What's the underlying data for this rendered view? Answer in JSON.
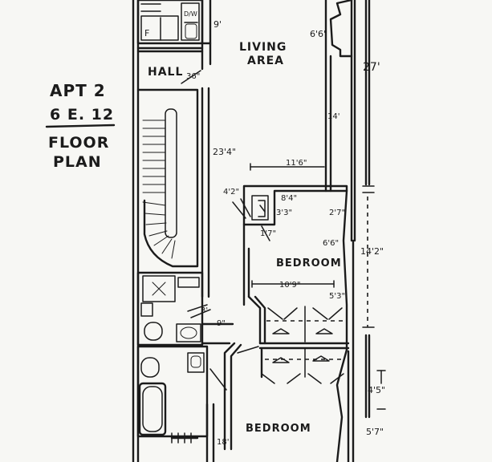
{
  "title": {
    "line1": "APT 2",
    "line2": "6 E. 12",
    "line3": "FLOOR",
    "line4": "PLAN"
  },
  "rooms": {
    "hall": "HALL",
    "living_line1": "LIVING",
    "living_line2": "AREA",
    "bedroom_1": "BEDROOM",
    "bedroom_2": "BEDROOM"
  },
  "fixtures": {
    "dishwasher": "D/W",
    "fridge": "F"
  },
  "dimensions": {
    "kitchen_9": "9'",
    "door_36": "36\"",
    "fireplace_6_6": "6'6\"",
    "living_27": "27'",
    "living_14": "14'",
    "hall_23_4": "23'4\"",
    "width_11_6": "11'6\"",
    "closet_4_2": "4'2\"",
    "closet_8_4": "8'4\"",
    "closet_3_3": "3'3\"",
    "closet_2_7": "2'7\"",
    "closet_1_7": "1'7\"",
    "bedroom_14_2": "14'2\"",
    "bedroom_6_6": "6'6\"",
    "bedroom_10_9": "10'9\"",
    "bedroom_5_3": "5'3\"",
    "bath_3": "3'",
    "bath_9": "9\"",
    "bedroom2_4_5": "4'5\"",
    "bedroom2_5_7": "5'7\"",
    "bedroom2_18": "18'"
  }
}
